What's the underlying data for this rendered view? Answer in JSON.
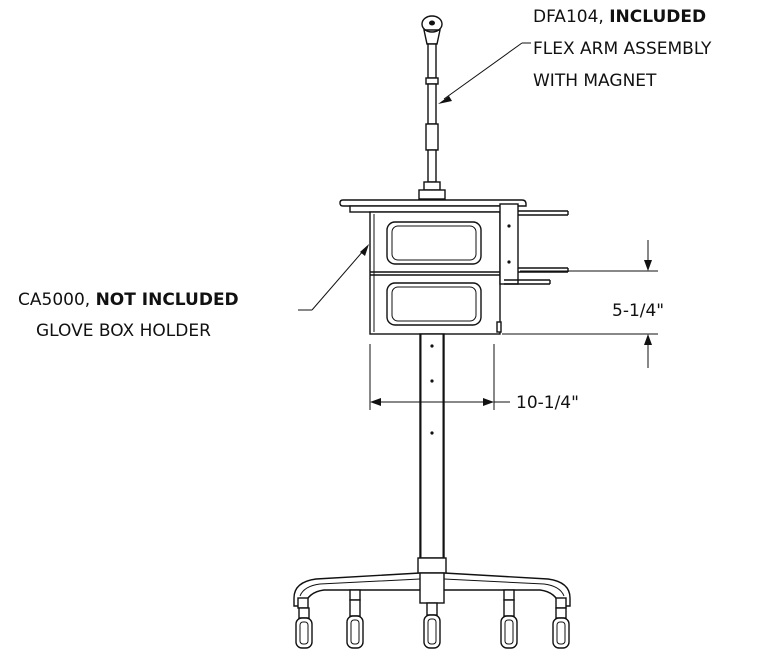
{
  "callouts": {
    "flex_arm": {
      "part_number": "DFA104,",
      "status": "INCLUDED",
      "line1": "FLEX ARM ASSEMBLY",
      "line2": "WITH MAGNET"
    },
    "glove_box": {
      "part_number": "CA5000,",
      "status": "NOT INCLUDED",
      "line1": "GLOVE BOX HOLDER"
    }
  },
  "dimensions": {
    "height": "5-1/4\"",
    "width": "10-1/4\""
  },
  "colors": {
    "line": "#111111",
    "background": "#ffffff"
  }
}
